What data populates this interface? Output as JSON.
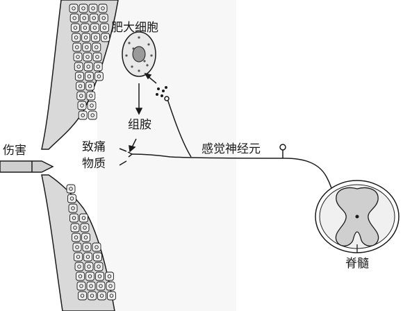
{
  "labels": {
    "mast_cell": "肥大细胞",
    "histamine": "组胺",
    "pain_substance_line1": "致痛",
    "pain_substance_line2": "物质",
    "injury": "伤害",
    "sensory_neuron": "感觉神经元",
    "spinal_cord": "脊髓"
  },
  "colors": {
    "ink": "#1a1a1a",
    "tissue": "#d9d9d9",
    "cell_fill": "#eeeeee"
  }
}
